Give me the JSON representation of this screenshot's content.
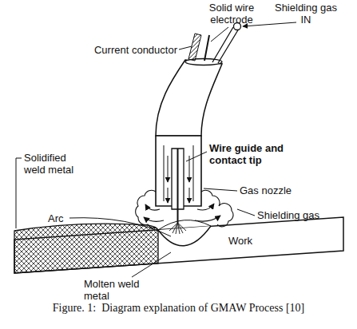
{
  "diagram": {
    "caption": "Figure. 1:  Diagram explanation of GMAW Process [10]",
    "labels": [
      "Solid wire electrode",
      "Shielding gas IN",
      "Current conductor",
      "Wire guide and contact tip",
      "Solidified weld metal",
      "Gas nozzle",
      "Arc",
      "Shielding gas",
      "Work",
      "Molten weld metal"
    ]
  }
}
